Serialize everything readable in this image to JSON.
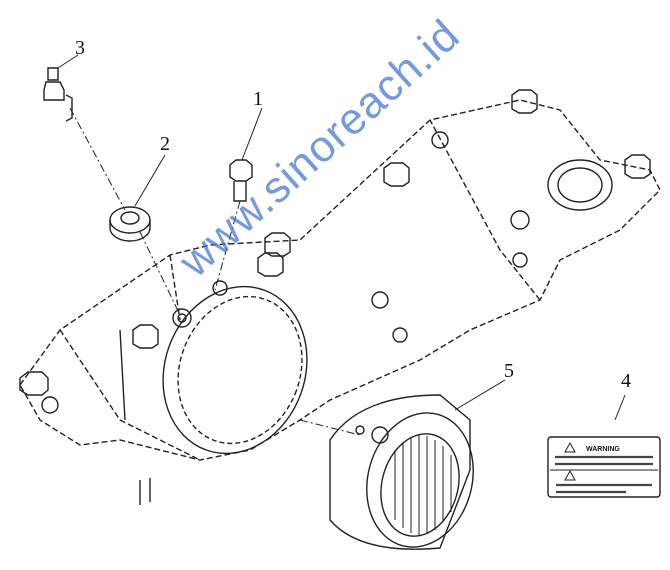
{
  "diagram": {
    "callouts": [
      "1",
      "2",
      "3",
      "4",
      "5"
    ],
    "watermark": "www.sinoreach.id",
    "warning_label_title": "WARNING"
  }
}
